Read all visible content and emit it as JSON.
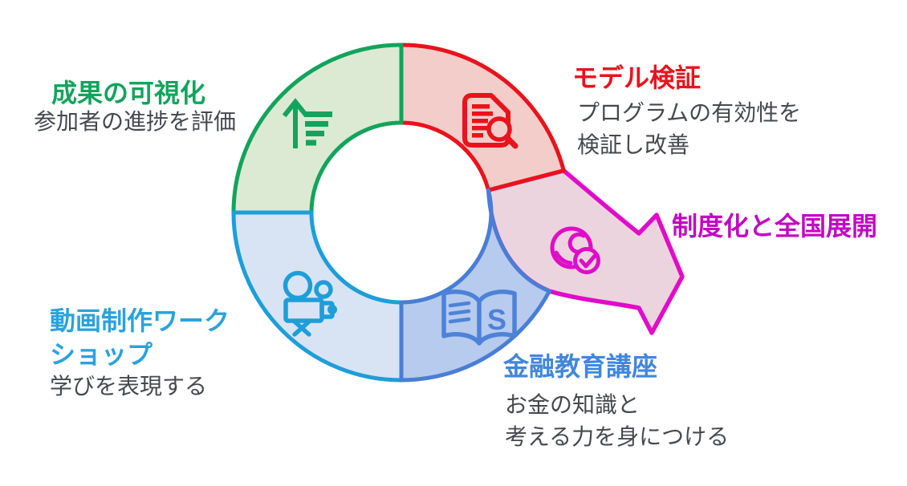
{
  "diagram_type": "cycle-with-exit-arrow",
  "colors": {
    "background": "#FFFFFF",
    "body_text": "#45494F",
    "green_stroke": "#12A45C",
    "green_fill": "#DCEAD3",
    "red_stroke": "#E8131C",
    "red_fill": "#F3CDCA",
    "blue_stroke": "#4A7ED5",
    "blue_fill": "#B6CBEE",
    "cyan_stroke": "#1E9ED9",
    "cyan_fill": "#D8E4F3",
    "magenta_stroke": "#E00CC8",
    "magenta_fill": "#ECD4DF",
    "magenta_text": "#C209C2"
  },
  "segments": [
    {
      "id": "results-visualization",
      "title": "成果の可視化",
      "description_lines": [
        "参加者の進捗を評価"
      ],
      "accent": "#12A45C",
      "fill": "#DCEAD3",
      "icon": "trend-up-bars-icon",
      "position": "top-left"
    },
    {
      "id": "model-verification",
      "title": "モデル検証",
      "description_lines": [
        "プログラムの有効性を",
        "検証し改善"
      ],
      "accent": "#E8131C",
      "fill": "#F3CDCA",
      "icon": "document-search-icon",
      "position": "top-right"
    },
    {
      "id": "financial-education",
      "title": "金融教育講座",
      "description_lines": [
        "お金の知識と",
        "考える力を身につける"
      ],
      "accent": "#4187DB",
      "fill": "#B6CBEE",
      "icon": "open-book-icon",
      "icon_letter": "S",
      "position": "bottom-right"
    },
    {
      "id": "video-workshop",
      "title_lines": [
        "動画制作ワーク",
        "ショップ"
      ],
      "description_lines": [
        "学びを表現する"
      ],
      "accent": "#29A3DC",
      "fill": "#D8E4F3",
      "icon": "video-camera-icon",
      "position": "bottom-left"
    }
  ],
  "arrow": {
    "label": "制度化と全国展開",
    "accent": "#C209C2",
    "stroke": "#E00CC8",
    "fill": "#ECD4DF",
    "icon": "globe-check-icon"
  }
}
